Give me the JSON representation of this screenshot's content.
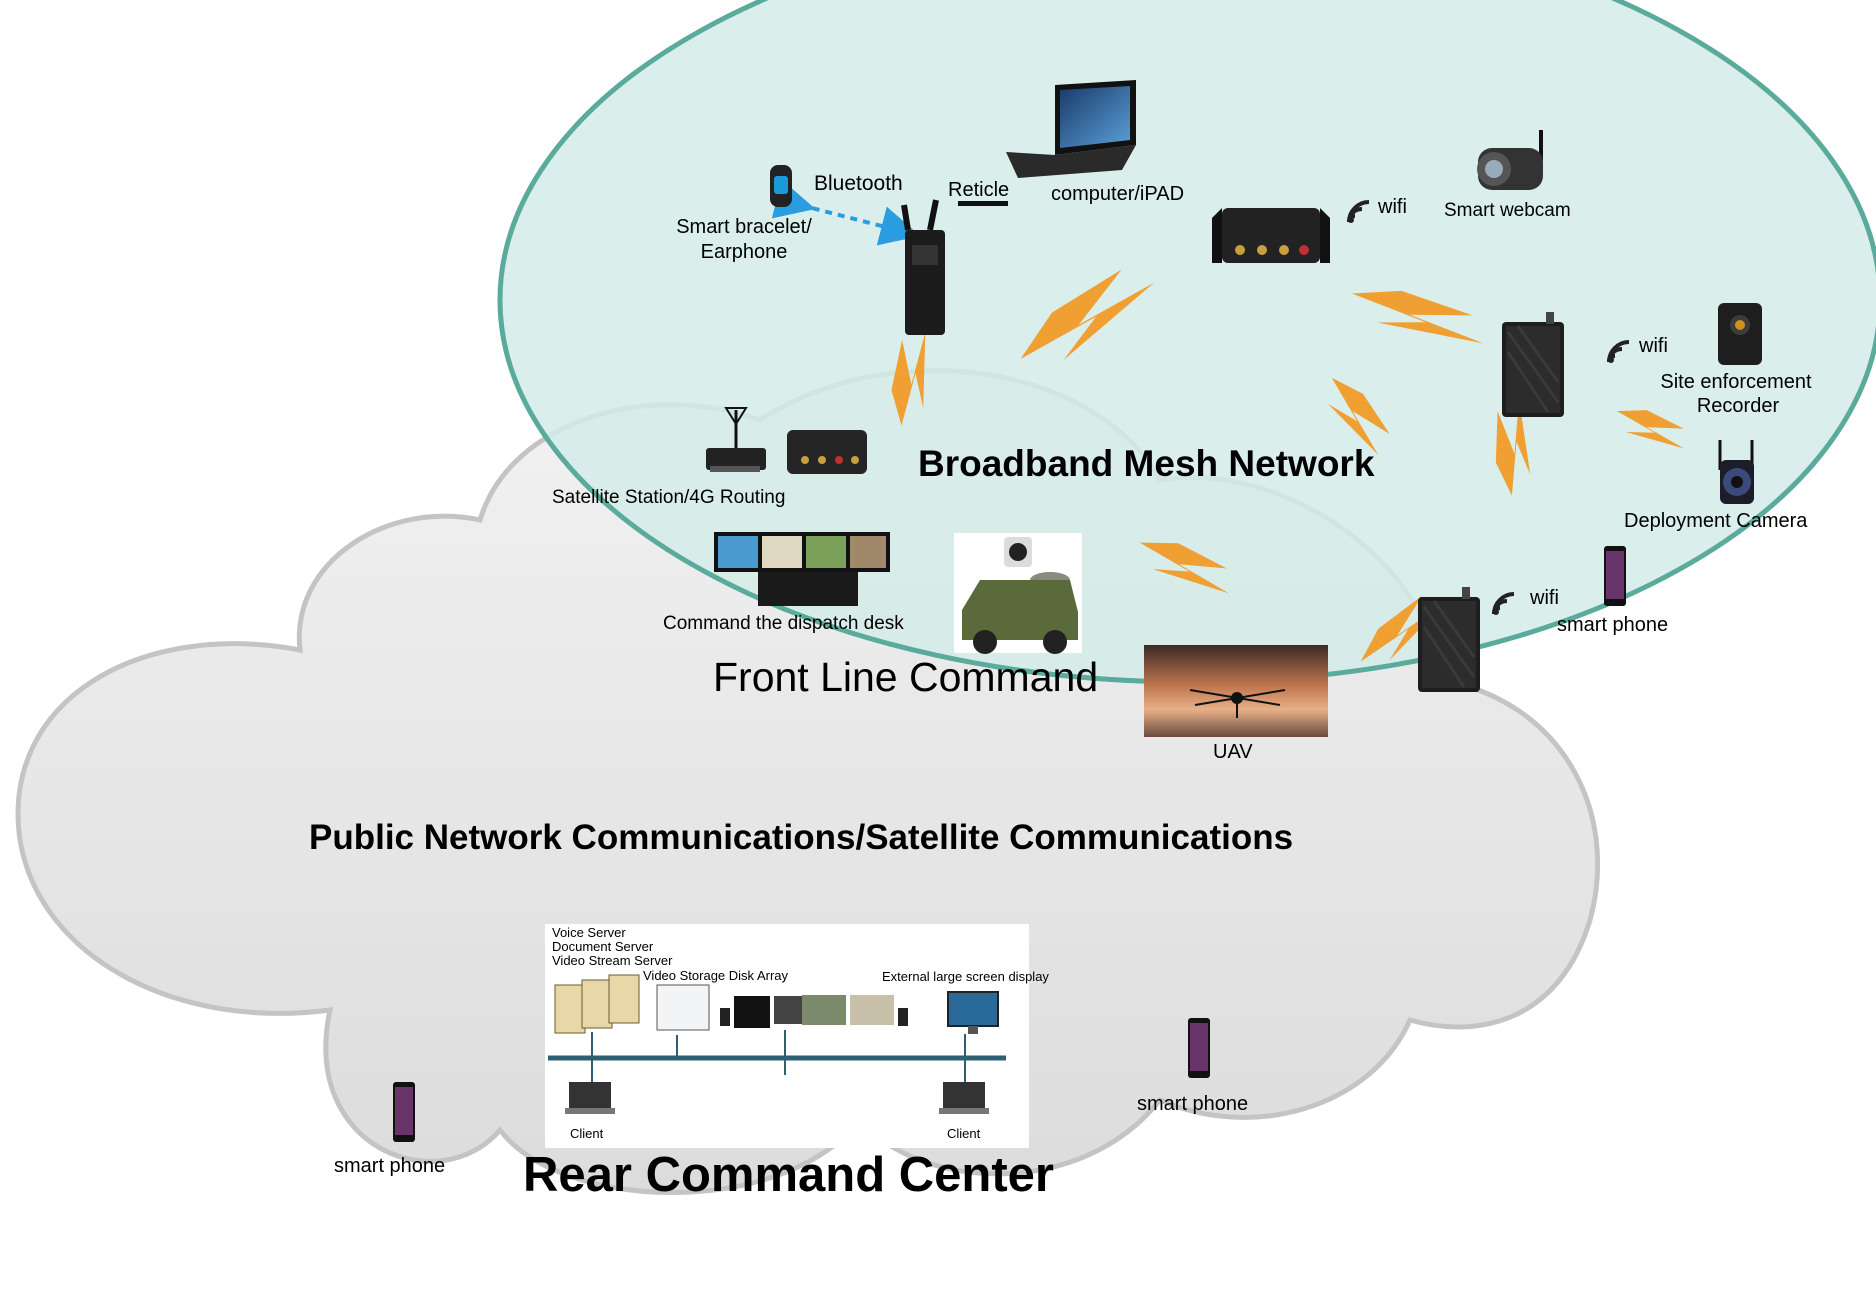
{
  "headings": {
    "mesh": "Broadband Mesh Network",
    "front": "Front Line Command",
    "public": "Public Network Communications/Satellite Communications",
    "rear": "Rear Command Center"
  },
  "labels": {
    "bluetooth": "Bluetooth",
    "bracelet_1": "Smart bracelet/",
    "bracelet_2": "Earphone",
    "reticle": "Reticle",
    "computer": "computer/iPAD",
    "wifi_1": "wifi",
    "wifi_2": "wifi",
    "wifi_3": "wifi",
    "webcam": "Smart webcam",
    "recorder_1": "Site enforcement",
    "recorder_2": "Recorder",
    "deploy_cam": "Deployment Camera",
    "satellite": "Satellite Station/4G Routing",
    "dispatch": "Command the dispatch desk",
    "uav": "UAV",
    "phone_mesh": "smart phone",
    "phone_left": "smart phone",
    "phone_right": "smart phone"
  },
  "rear_panel": {
    "voice": "Voice Server",
    "document": "Document Server",
    "video_stream": "Video Stream Server",
    "storage": "Video Storage Disk Array",
    "external": "External large screen display",
    "client_1": "Client",
    "client_2": "Client"
  },
  "colors": {
    "mesh_fill": "#dcefec",
    "mesh_stroke": "#5aab9c",
    "cloud_fill": "#e6e6e6",
    "cloud_stroke": "#c4c4c4",
    "bolt": "#f0a033",
    "bluetooth_arrow": "#2a9de0",
    "bus_line": "#2f5f73"
  }
}
